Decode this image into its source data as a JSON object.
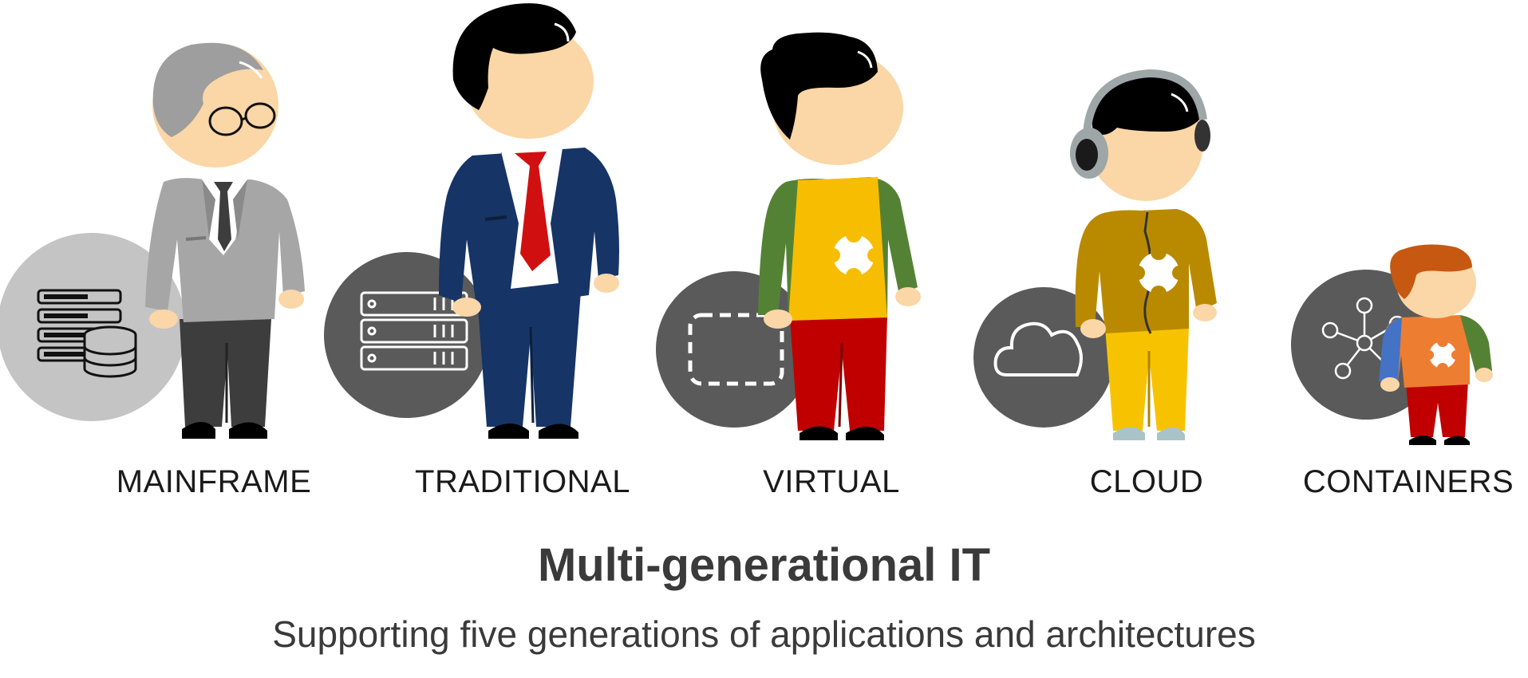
{
  "generations": [
    {
      "id": "mainframe",
      "label": "MAINFRAME",
      "icon": "server-database-icon"
    },
    {
      "id": "traditional",
      "label": "TRADITIONAL",
      "icon": "server-rack-icon"
    },
    {
      "id": "virtual",
      "label": "VIRTUAL",
      "icon": "dashed-box-icon"
    },
    {
      "id": "cloud",
      "label": "CLOUD",
      "icon": "cloud-icon"
    },
    {
      "id": "containers",
      "label": "CONTAINERS",
      "icon": "network-nodes-icon"
    }
  ],
  "title": "Multi-generational IT",
  "subtitle": "Supporting five generations of applications and architectures",
  "colors": {
    "skin": "#fbd6a6",
    "hair_black": "#000000",
    "hair_gray": "#9e9e9e",
    "hair_ginger": "#c65811",
    "circle_dark": "#5a5a5a",
    "circle_light": "#c4c4c4",
    "suit_gray": "#a6a6a6",
    "suit_navy": "#163466",
    "tie_red": "#d01010",
    "shirt_yellow": "#f7bd00",
    "sleeve_green": "#548235",
    "pants_red": "#c00000",
    "hoodie_mustard": "#b98a00",
    "pants_yellow": "#f7c300",
    "shirt_orange": "#ed7d31",
    "sleeve_blue": "#4472c4",
    "text_dark": "#3a3a3a"
  }
}
